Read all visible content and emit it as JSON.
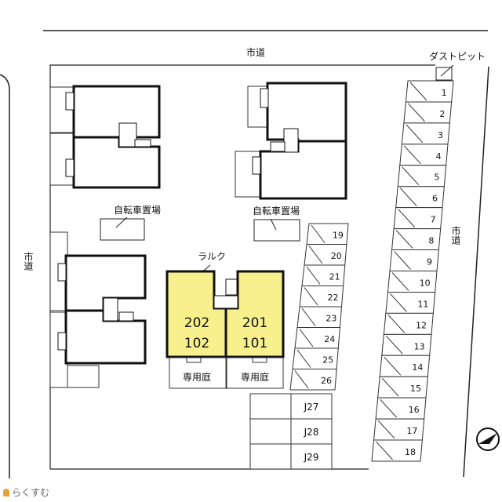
{
  "roads": {
    "top": "市道",
    "left": "市道",
    "right": "市道"
  },
  "dust_pit": "ダストピット",
  "bicycle_parking": [
    "自転車置場",
    "自転車置場"
  ],
  "building_name": "ラルク",
  "units": {
    "left_upper": "202",
    "left_lower": "102",
    "right_upper": "201",
    "right_lower": "101"
  },
  "private_gardens": [
    "専用庭",
    "専用庭"
  ],
  "parking_right": [
    "1",
    "2",
    "3",
    "4",
    "5",
    "6",
    "7",
    "8",
    "9",
    "10",
    "11",
    "12",
    "13",
    "14",
    "15",
    "16",
    "17",
    "18"
  ],
  "parking_middle": [
    "19",
    "20",
    "21",
    "22",
    "23",
    "24",
    "25",
    "26"
  ],
  "parking_j": [
    "J27",
    "J28",
    "J29"
  ],
  "watermark": "らくすむ",
  "colors": {
    "highlight": "#f7f08c",
    "building_outline": "#111111"
  },
  "icons": {
    "north": "north-arrow-icon",
    "watermark": "rakusumu-logo-icon"
  }
}
